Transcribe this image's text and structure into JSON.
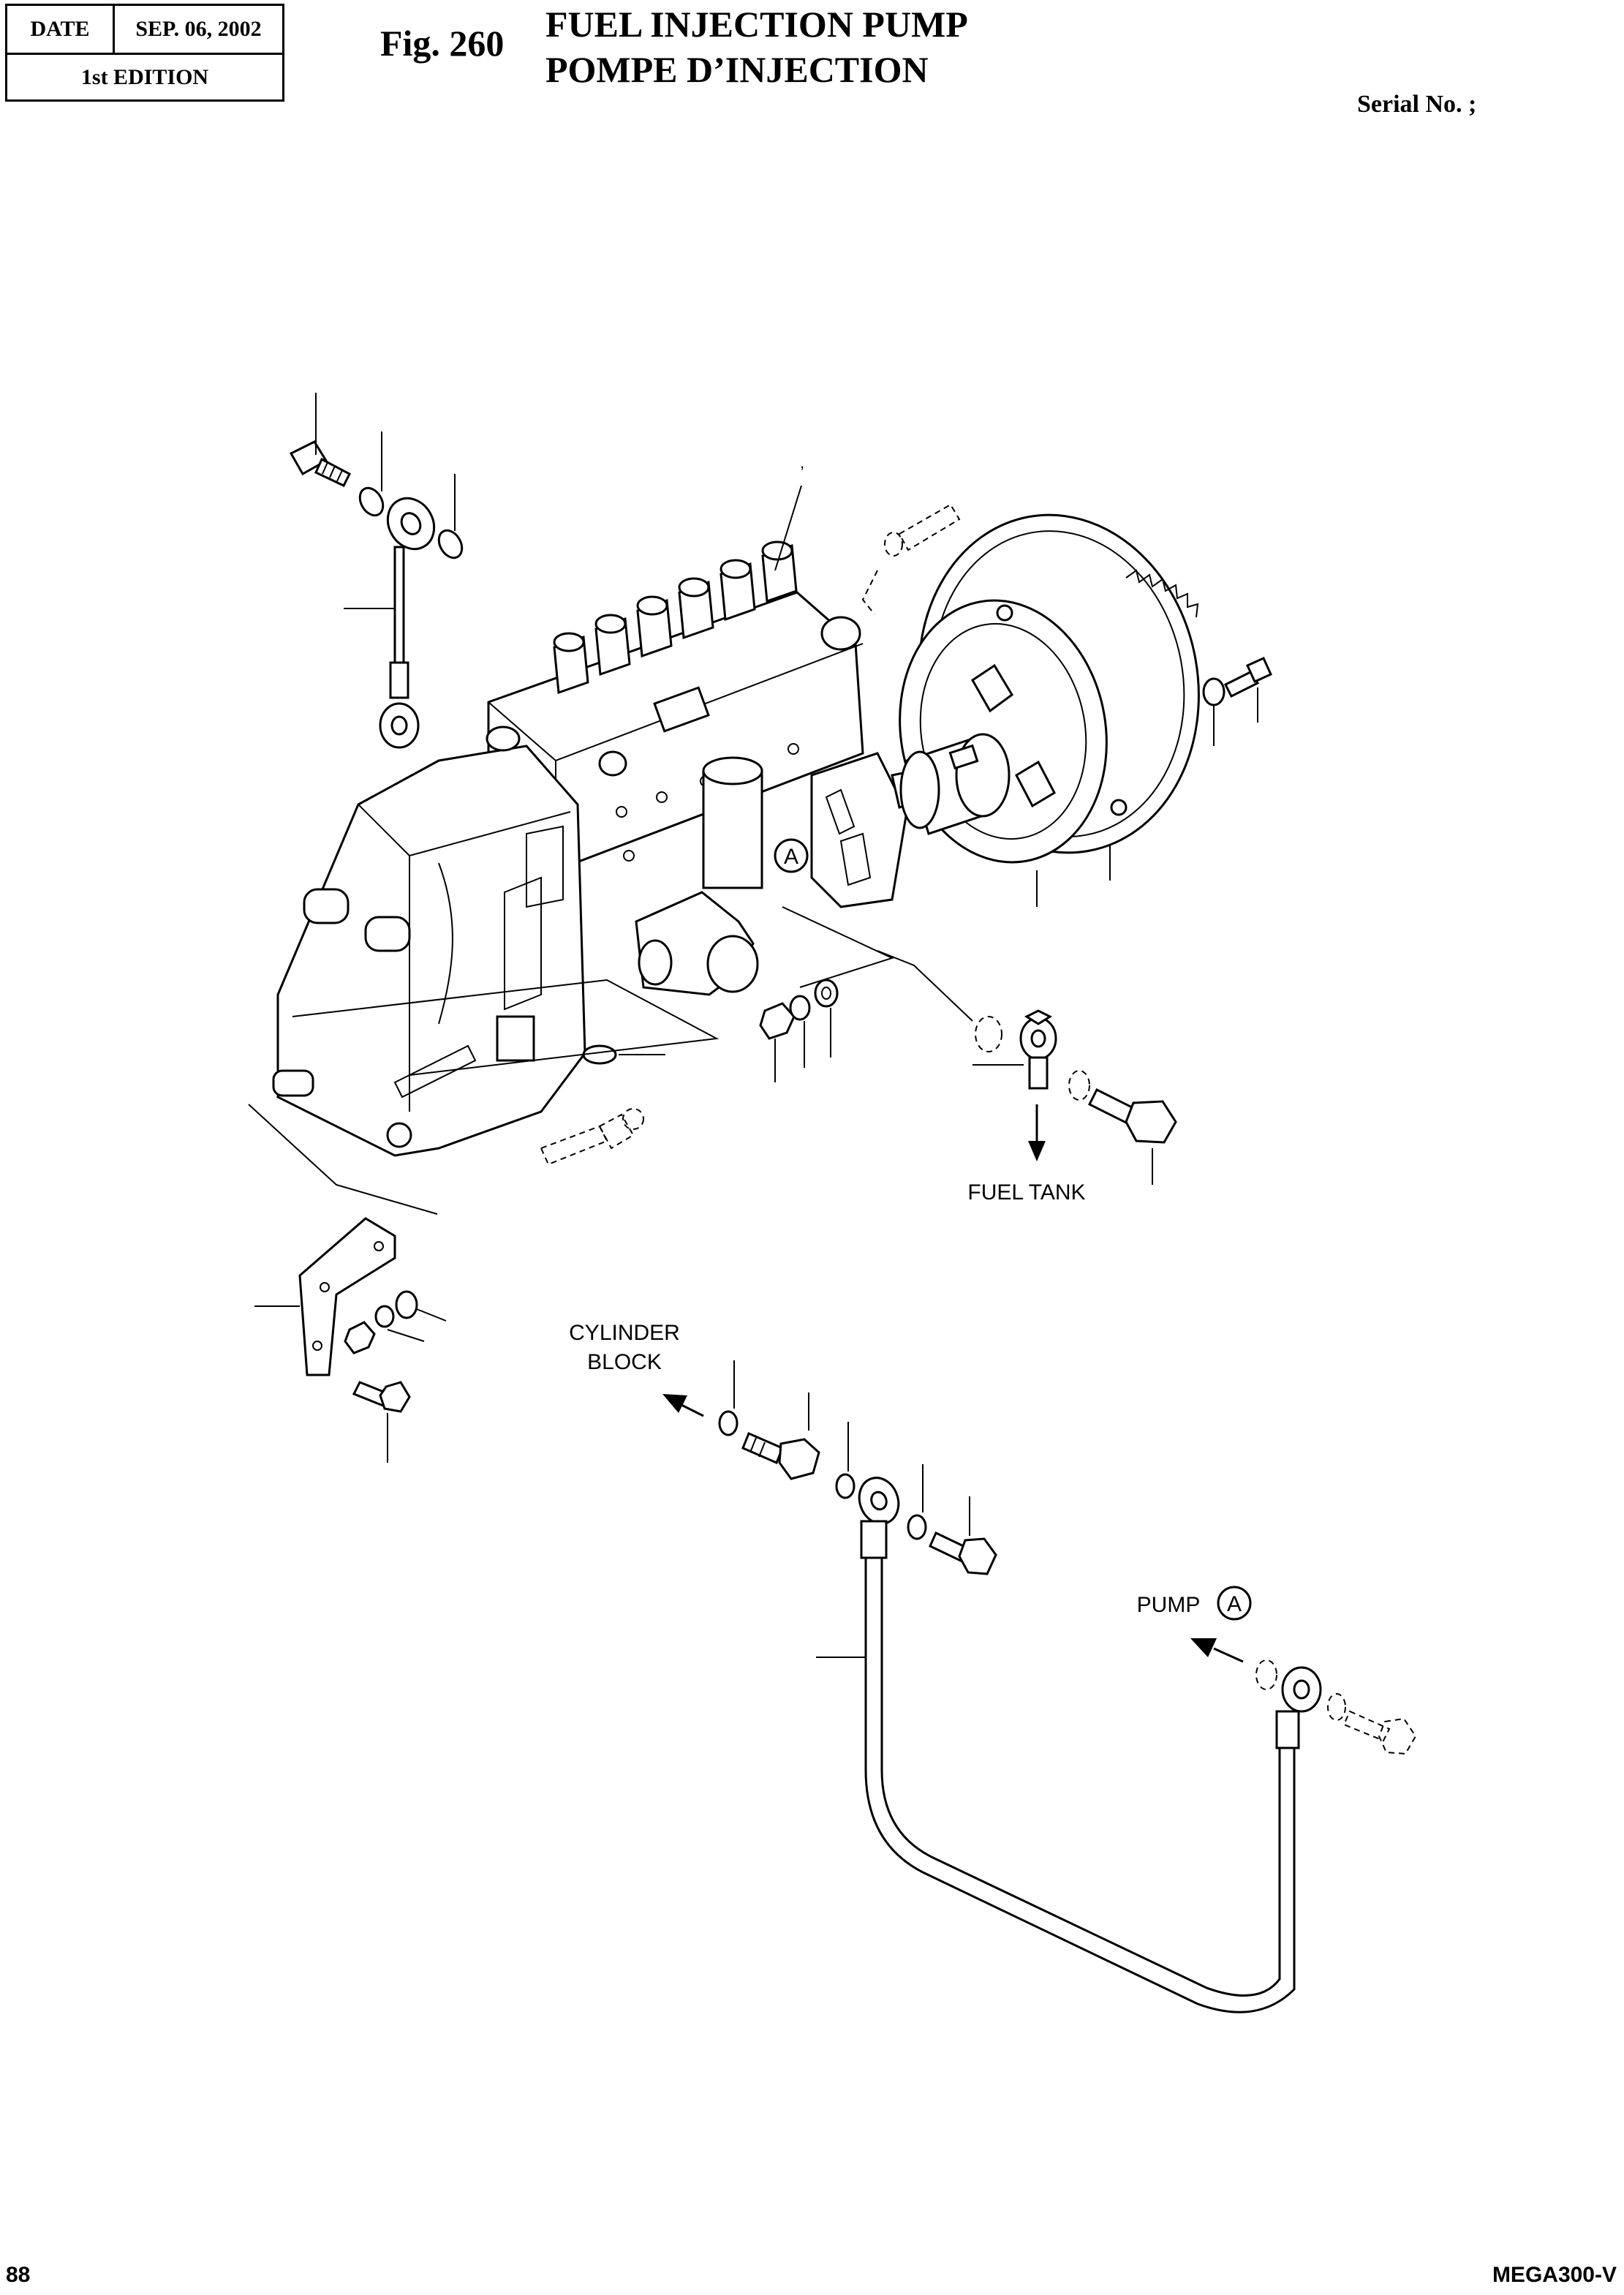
{
  "header": {
    "date_label": "DATE",
    "date_value": "SEP. 06, 2002",
    "edition": "1st EDITION",
    "figure_number": "Fig. 260",
    "title_en": "FUEL INJECTION PUMP",
    "title_fr": "POMPE D’INJECTION",
    "serial_label": "Serial No. ;"
  },
  "diagram": {
    "labels": {
      "fuel_tank": "FUEL TANK",
      "cylinder_block_line1": "CYLINDER",
      "cylinder_block_line2": "BLOCK",
      "pump": "PUMP",
      "callout_a": "A",
      "pump_callout_a": "A",
      "stray_mark": ","
    }
  },
  "footer": {
    "page_number": "88",
    "model": "MEGA300-V"
  }
}
